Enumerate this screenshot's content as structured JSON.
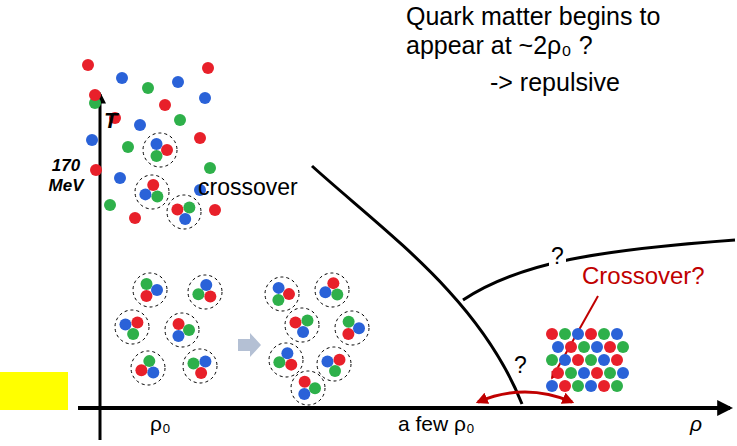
{
  "diagram": {
    "labels": [
      "Quark matter begins to appear at ~2ρ₀ ?",
      "-> repulsive",
      "T",
      "170 MeV",
      "crossover",
      "?",
      "Crossover?",
      "?",
      "ρ₀",
      "a few ρ₀",
      "ρ"
    ]
  }
}
